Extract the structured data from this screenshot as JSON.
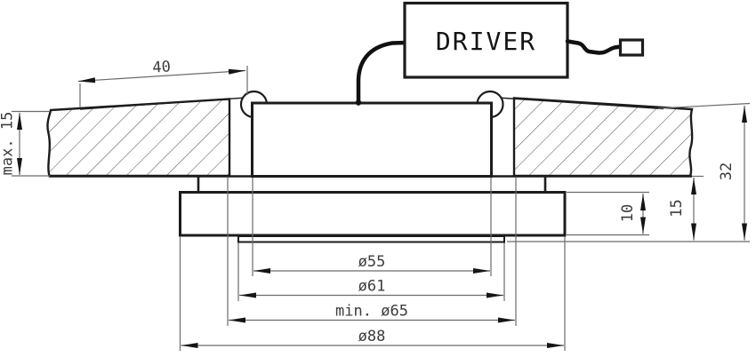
{
  "driver": {
    "label": "DRIVER"
  },
  "dimensions": {
    "spring_clip_span": "40",
    "ceiling_thickness": "max. 15",
    "overall_recess_depth": "32",
    "below_ceiling_depth": "15",
    "trim_ring_height": "10",
    "body_diameter": "ø55",
    "glass_diameter": "ø61",
    "cutout_diameter": "min. ø65",
    "outer_flange_diameter": "ø88"
  },
  "colors": {
    "geometry_line": "#1c1c1c",
    "dimension_line": "#6b6b6b",
    "dimension_text": "#3c3c3c",
    "background": "#ffffff"
  }
}
